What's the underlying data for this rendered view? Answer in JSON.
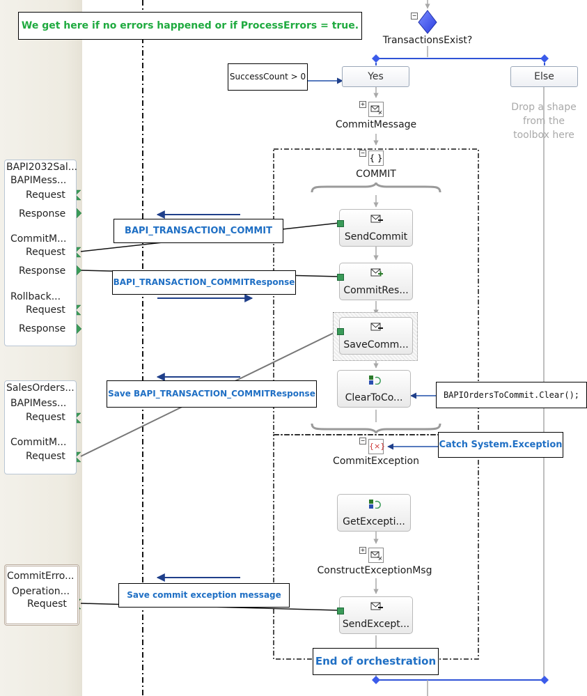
{
  "title_note": "We get here if no errors happened or if ProcessErrors = true.",
  "decision": {
    "label": "TransactionsExist?"
  },
  "branches": {
    "yes": "Yes",
    "else": "Else",
    "placeholder": "Drop a shape\nfrom the\ntoolbox here"
  },
  "rule_note": "SuccessCount > 0",
  "shapes": {
    "commit_message": "CommitMessage",
    "commit_scope": "COMMIT",
    "send_commit": "SendCommit",
    "commit_response": "CommitRes...",
    "save_commit": "SaveComm...",
    "clear_to_commit": "ClearToCo...",
    "commit_exception": "CommitException",
    "get_exception": "GetExcepti...",
    "construct_exception_msg": "ConstructExceptionMsg",
    "send_exception": "SendExcept..."
  },
  "ports": {
    "bapi2032": {
      "title": "BAPI2032Sal...",
      "ops": [
        {
          "name": "BAPIMess...",
          "request": "Request",
          "response": "Response"
        },
        {
          "name": "CommitM...",
          "request": "Request",
          "response": "Response"
        },
        {
          "name": "Rollback...",
          "request": "Request",
          "response": "Response"
        }
      ]
    },
    "sales_orders": {
      "title": "SalesOrders...",
      "ops": [
        {
          "name": "BAPIMess...",
          "request": "Request"
        },
        {
          "name": "CommitM...",
          "request": "Request"
        }
      ]
    },
    "commit_error": {
      "title": "CommitErro...",
      "ops": [
        {
          "name": "Operation...",
          "request": "Request"
        }
      ]
    }
  },
  "annotations": {
    "bapi_commit": "BAPI_TRANSACTION_COMMIT",
    "bapi_commit_response": "BAPI_TRANSACTION_COMMITResponse",
    "save_bapi": "Save BAPI_TRANSACTION_COMMITResponse",
    "clear_code": "BAPIOrdersToCommit.Clear();",
    "catch": "Catch System.Exception",
    "save_exception": "Save commit exception message",
    "end": "End of orchestration"
  },
  "colors": {
    "note_green": "#1faa3f",
    "note_blue": "#1f6fc4",
    "diamond": "#4a64ff",
    "connector": "#1f4fa8"
  }
}
